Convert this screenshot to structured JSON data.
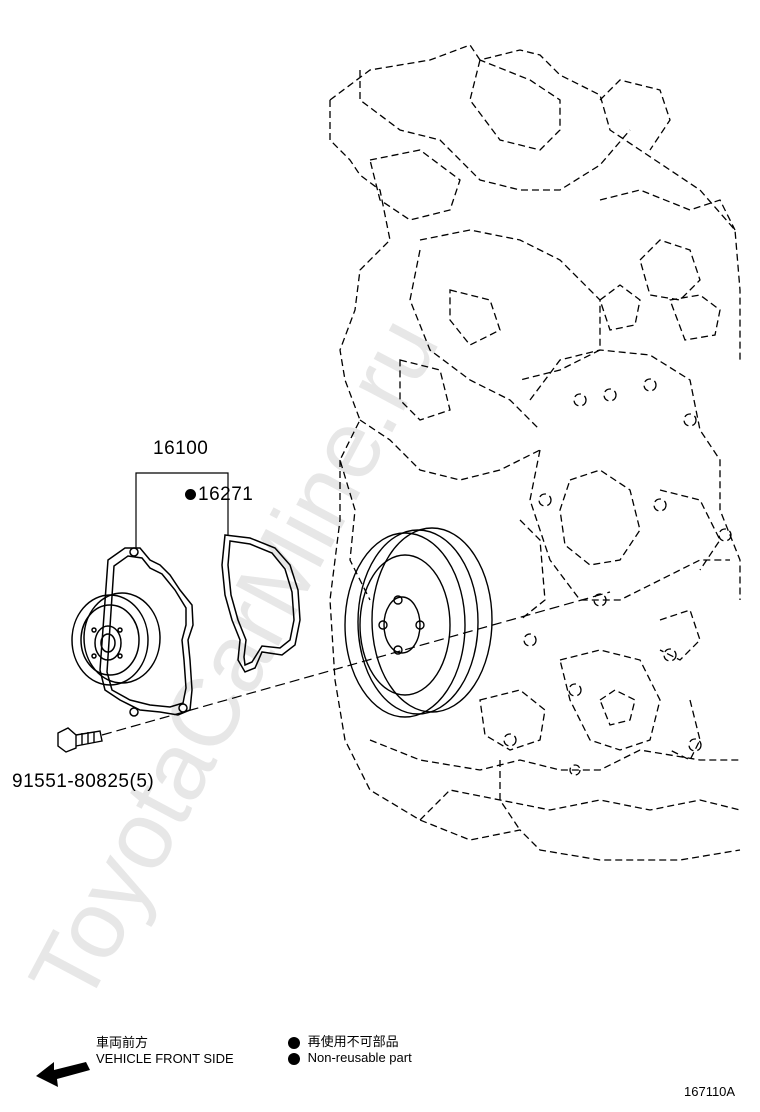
{
  "diagram": {
    "parts": {
      "water_pump": "16100",
      "gasket": "16271",
      "bolt": "91551-80825(5)"
    },
    "legend": {
      "front_jp": "車両前方",
      "front_en": "VEHICLE FRONT SIDE",
      "nonreusable_jp": "再使用不可部品",
      "nonreusable_en": "Non-reusable part"
    },
    "figure_id": "167110A",
    "watermark": "ToyotaCarMine.ru"
  }
}
